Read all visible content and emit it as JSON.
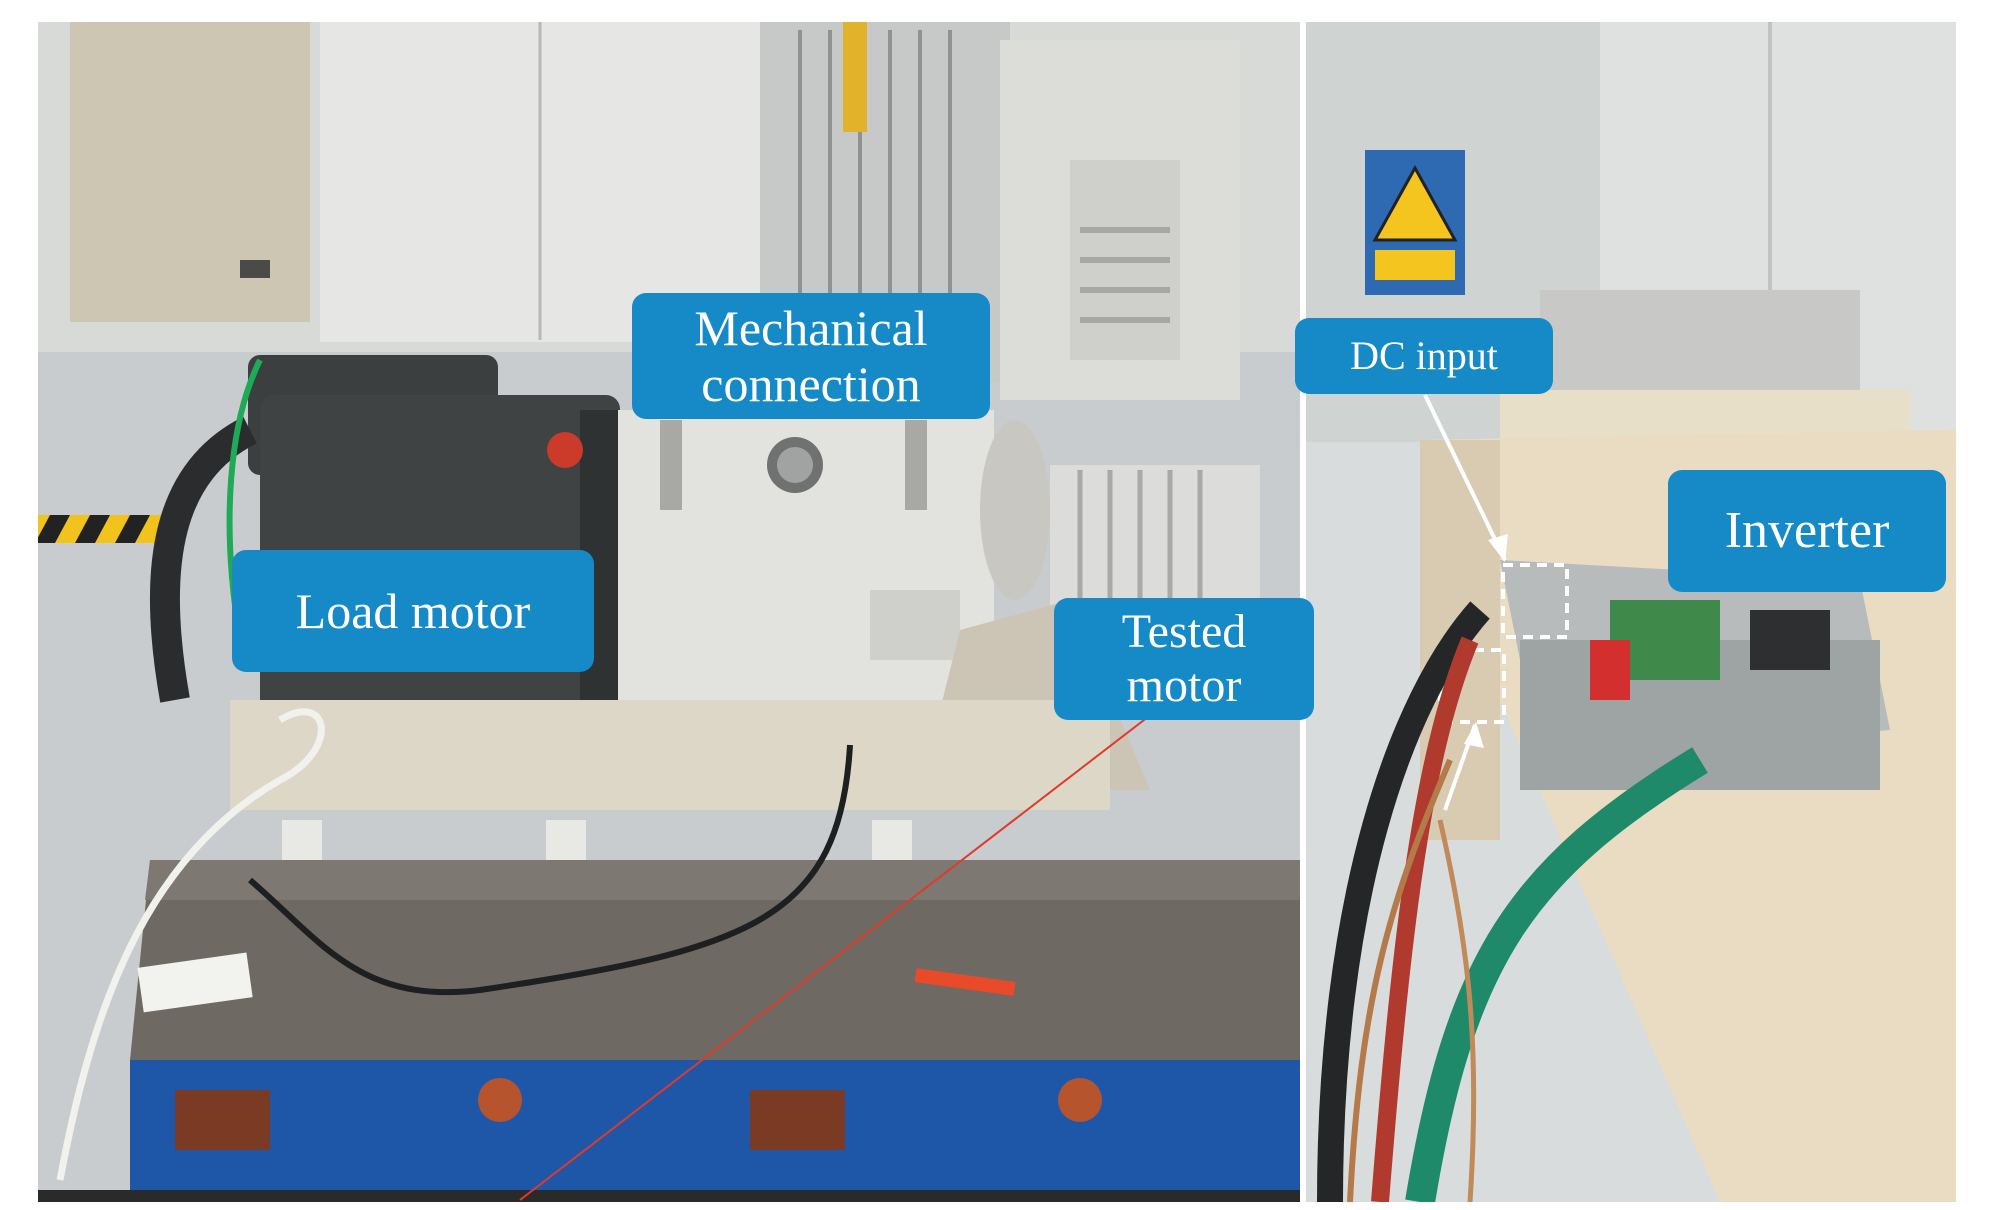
{
  "labels": {
    "mechanical_line1": "Mechanical",
    "mechanical_line2": "connection",
    "load_motor": "Load motor",
    "tested_line1": "Tested",
    "tested_line2": "motor",
    "dc_input": "DC input",
    "inverter": "Inverter"
  },
  "colors": {
    "label_bg": "#1689c7",
    "label_text": "#ffffff",
    "bed_blue": "#1f57a8",
    "cable_green": "#1f8a6a"
  }
}
